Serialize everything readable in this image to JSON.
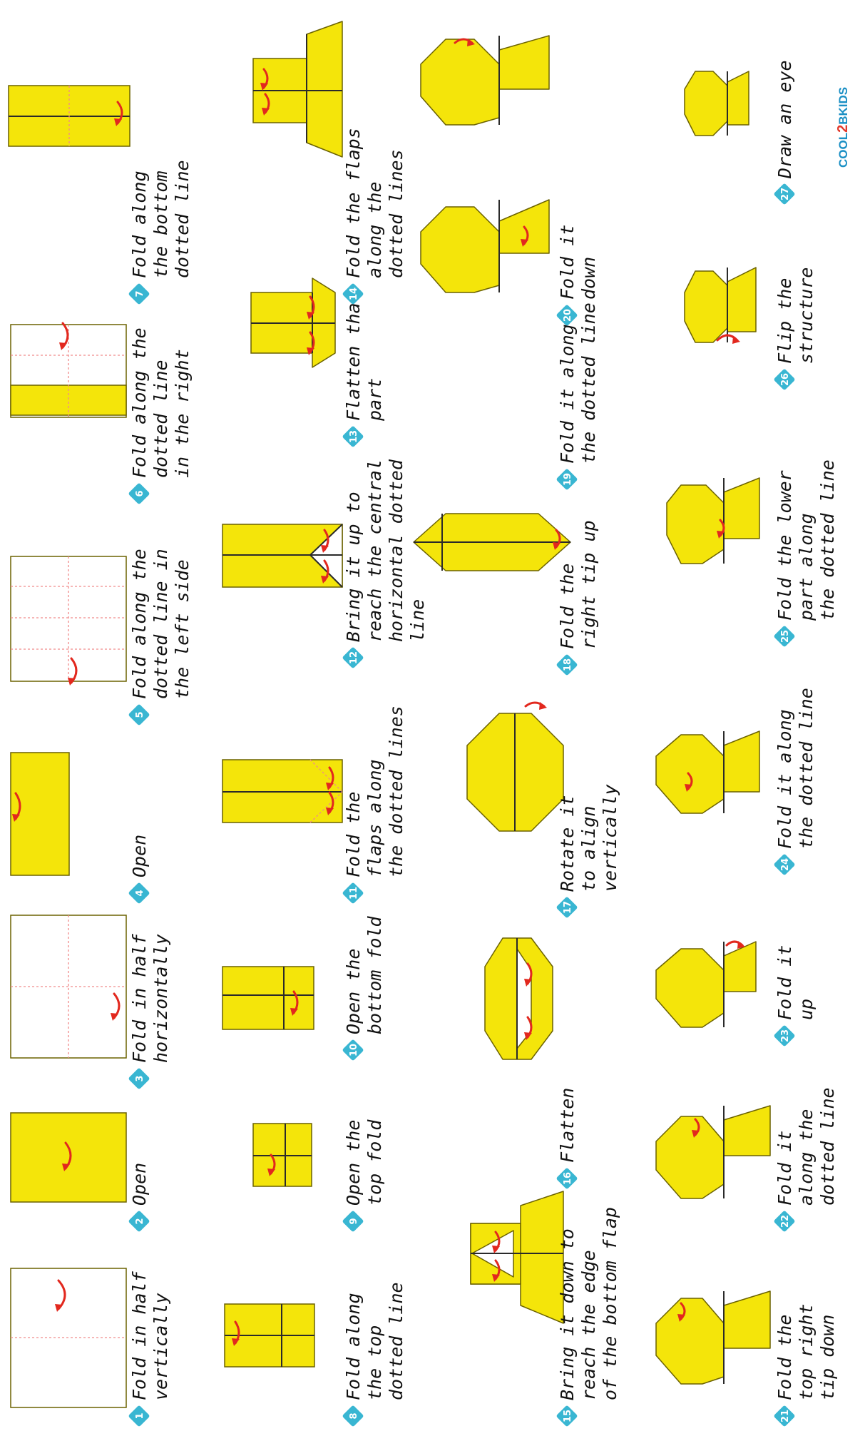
{
  "colors": {
    "paper": "#f4e50a",
    "paper_stroke": "#6b6200",
    "paper_white": "#ffffff",
    "fold_line": "#f08a8a",
    "crease": "#2a2a2a",
    "arrow": "#e2281e",
    "badge": "#39b6d2",
    "text": "#111111"
  },
  "steps": [
    {
      "n": "1",
      "text": "Fold in half\nvertically",
      "art": "square-vertical-fold"
    },
    {
      "n": "2",
      "text": "Open",
      "art": "half-rect"
    },
    {
      "n": "3",
      "text": "Fold in half\nhorizontally",
      "art": "square-cross"
    },
    {
      "n": "4",
      "text": "Open",
      "art": "half-rect-small"
    },
    {
      "n": "5",
      "text": "Fold along the\ndotted line in\nthe left side",
      "art": "square-grid"
    },
    {
      "n": "6",
      "text": "Fold along the\ndotted line\nin the right",
      "art": "square-strip"
    },
    {
      "n": "7",
      "text": "Fold along\nthe bottom\ndotted line",
      "art": "rect-center"
    },
    {
      "n": "8",
      "text": "Fold along\nthe top\ndotted line",
      "art": "small-grid-a"
    },
    {
      "n": "9",
      "text": "Open the\ntop fold",
      "art": "small-grid-b"
    },
    {
      "n": "10",
      "text": "Open the\nbottom fold",
      "art": "small-grid-c"
    },
    {
      "n": "11",
      "text": "Fold the\nflaps along\nthe dotted lines",
      "art": "rect-flaps"
    },
    {
      "n": "12",
      "text": "Bring it up to\nreach the central\nhorizontal dotted\nline",
      "art": "rect-vcut"
    },
    {
      "n": "13",
      "text": "Flatten that\npart",
      "art": "rect-wings"
    },
    {
      "n": "14",
      "text": "Fold the flaps\nalong the\ndotted lines",
      "art": "hat-shape"
    },
    {
      "n": "15",
      "text": "Bring it down to\nreach the edge\nof the bottom flap",
      "art": "hat-white"
    },
    {
      "n": "16",
      "text": "Flatten",
      "art": "hex-white"
    },
    {
      "n": "17",
      "text": "Rotate it\nto align\nvertically",
      "art": "hex"
    },
    {
      "n": "18",
      "text": "Fold the\nright tip up",
      "art": "hex-v"
    },
    {
      "n": "19",
      "text": "Fold it along\nthe dotted line",
      "art": "boat-a"
    },
    {
      "n": "20",
      "text": "Fold it\ndown",
      "art": "boat-b"
    },
    {
      "n": "21",
      "text": "Fold the\ntop right\ntip down",
      "art": "boat-c"
    },
    {
      "n": "22",
      "text": "Fold it\nalong the\ndotted line",
      "art": "boat-d"
    },
    {
      "n": "23",
      "text": "Fold it\nup",
      "art": "boat-e"
    },
    {
      "n": "24",
      "text": "Fold it along\nthe dotted line",
      "art": "boat-f"
    },
    {
      "n": "25",
      "text": "Fold the lower\npart along\nthe dotted line",
      "art": "boat-g"
    },
    {
      "n": "26",
      "text": "Flip the\nstructure",
      "art": "boat-h"
    },
    {
      "n": "27",
      "text": "Draw an eye",
      "art": "boat-i"
    }
  ],
  "logo": {
    "part1": "COOL",
    "part2": "2",
    "part3": "BKIDS"
  }
}
